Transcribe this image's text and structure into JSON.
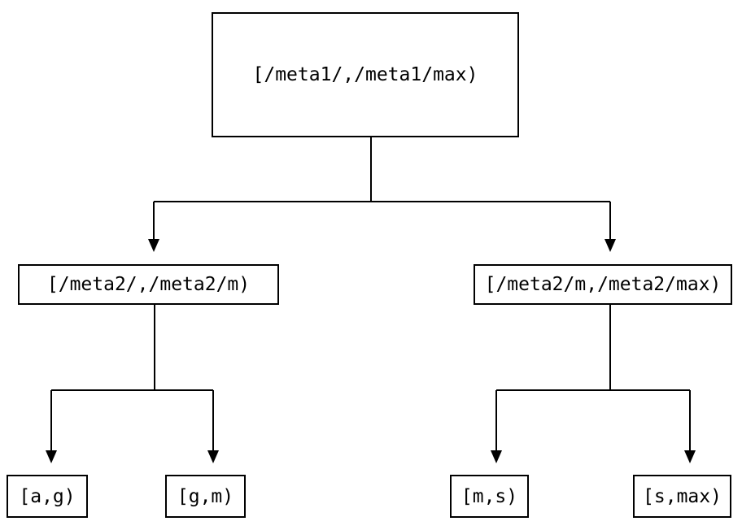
{
  "diagram": {
    "type": "tree",
    "background_color": "#ffffff",
    "line_color": "#000000",
    "nodes": {
      "root": {
        "label": "[/meta1/,/meta1/max)",
        "level": 0
      },
      "left": {
        "label": "[/meta2/,/meta2/m)",
        "level": 1,
        "parent": "root"
      },
      "right": {
        "label": "[/meta2/m,/meta2/max)",
        "level": 1,
        "parent": "root"
      },
      "leaf_ag": {
        "label": "[a,g)",
        "level": 2,
        "parent": "left"
      },
      "leaf_gm": {
        "label": "[g,m)",
        "level": 2,
        "parent": "left"
      },
      "leaf_ms": {
        "label": "[m,s)",
        "level": 2,
        "parent": "right"
      },
      "leaf_smax": {
        "label": "[s,max)",
        "level": 2,
        "parent": "right"
      }
    }
  }
}
